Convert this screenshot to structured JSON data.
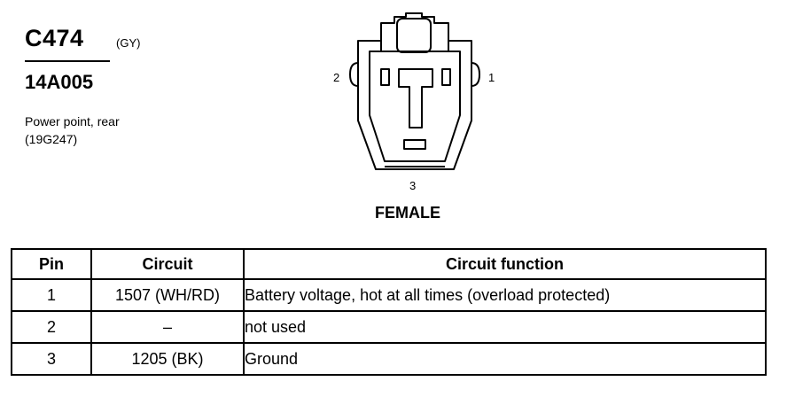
{
  "connector": {
    "id": "C474",
    "color": "(GY)",
    "part_number": "14A005",
    "description_line1": "Power point, rear",
    "description_line2": "(19G247)"
  },
  "diagram": {
    "pin_labels": [
      "1",
      "2",
      "3"
    ],
    "gender": "FEMALE"
  },
  "table": {
    "headers": [
      "Pin",
      "Circuit",
      "Circuit function"
    ],
    "rows": [
      {
        "pin": "1",
        "circuit": "1507 (WH/RD)",
        "function": "Battery voltage, hot at all times (overload protected)"
      },
      {
        "pin": "2",
        "circuit": "–",
        "function": "not used"
      },
      {
        "pin": "3",
        "circuit": "1205 (BK)",
        "function": "Ground"
      }
    ]
  }
}
